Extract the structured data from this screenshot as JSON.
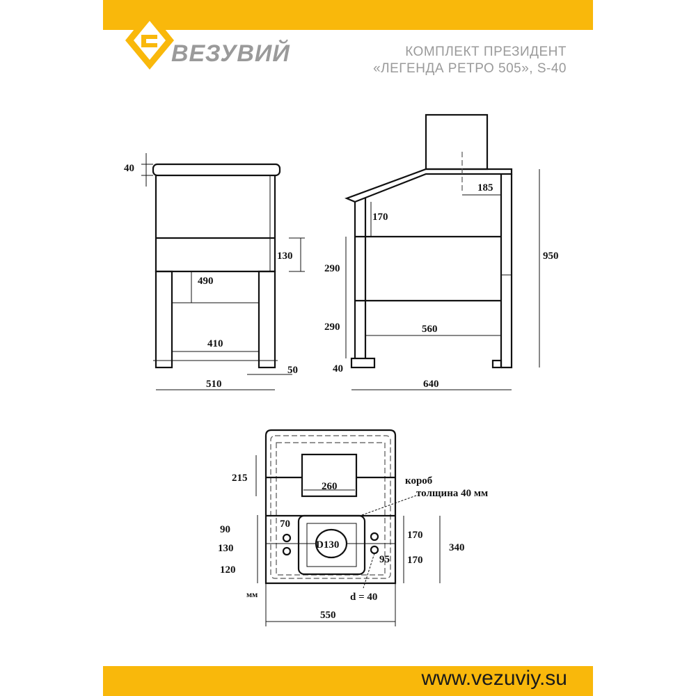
{
  "header": {
    "brand": "ВЕЗУВИЙ",
    "title_line1": "КОМПЛЕКТ ПРЕЗИДЕНТ",
    "title_line2": "«ЛЕГЕНДА РЕТРО 505», S-40",
    "accent": "#F9B80B"
  },
  "front_view": {
    "top_thickness": "40",
    "band": "130",
    "leg_height": "490",
    "inner_width": "410",
    "width": "510",
    "foot": "50"
  },
  "side_view": {
    "offset": "185",
    "slope": "170",
    "section1": "290",
    "section2": "290",
    "inner_depth": "560",
    "height": "950",
    "foot": "40",
    "depth": "640"
  },
  "top_view": {
    "door_height": "215",
    "door_width": "260",
    "box_label": "короб",
    "box_thickness": "толщина 40 мм",
    "left_dims": [
      "90",
      "130",
      "120"
    ],
    "offset_left": "70",
    "chimney": "D130",
    "right_dims": [
      "170",
      "170"
    ],
    "total": "340",
    "hole_offset": "95",
    "units": "мм",
    "hole_diameter": "d = 40",
    "width": "550"
  },
  "footer": {
    "url": "www.vezuviy.su"
  }
}
